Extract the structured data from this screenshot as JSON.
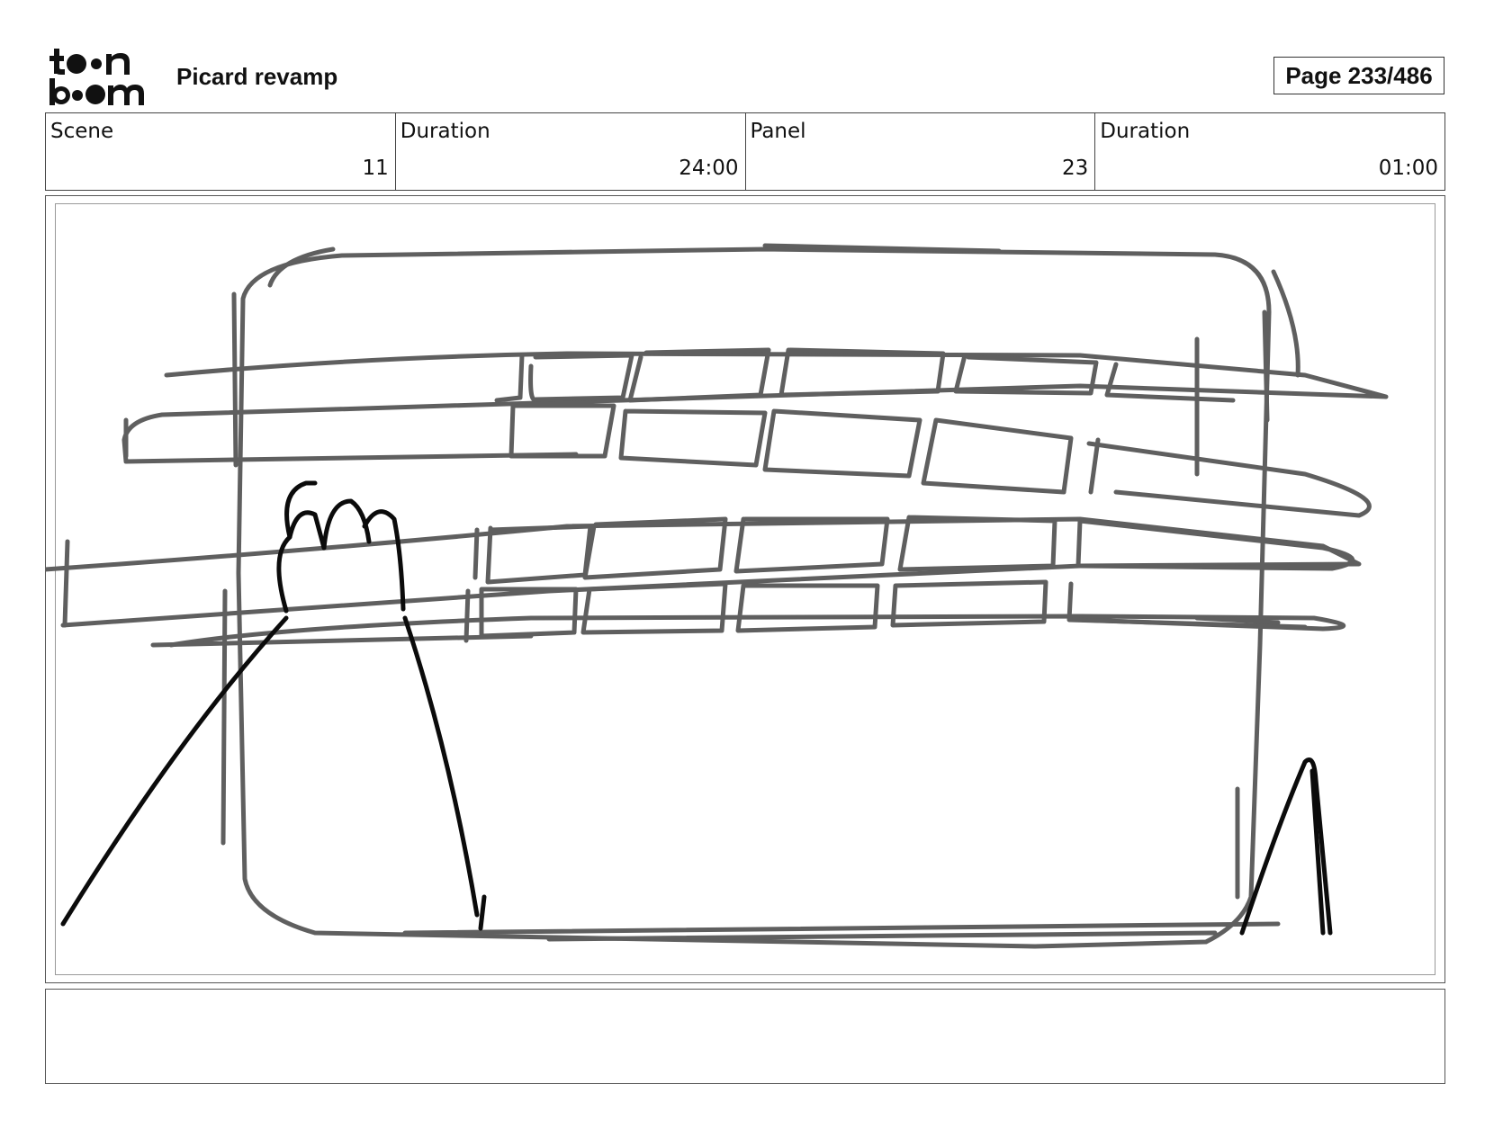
{
  "header": {
    "logo_text": "toon boom",
    "project_title": "Picard revamp",
    "page_label": "Page 233/486"
  },
  "info": {
    "scene_label": "Scene",
    "scene_value": "11",
    "scene_duration_label": "Duration",
    "scene_duration_value": "24:00",
    "panel_label": "Panel",
    "panel_value": "23",
    "panel_duration_label": "Duration",
    "panel_duration_value": "01:00"
  },
  "caption": {
    "text": ""
  },
  "colors": {
    "sketch_gray": "#5f5f5f",
    "sketch_black": "#0b0b0b"
  }
}
